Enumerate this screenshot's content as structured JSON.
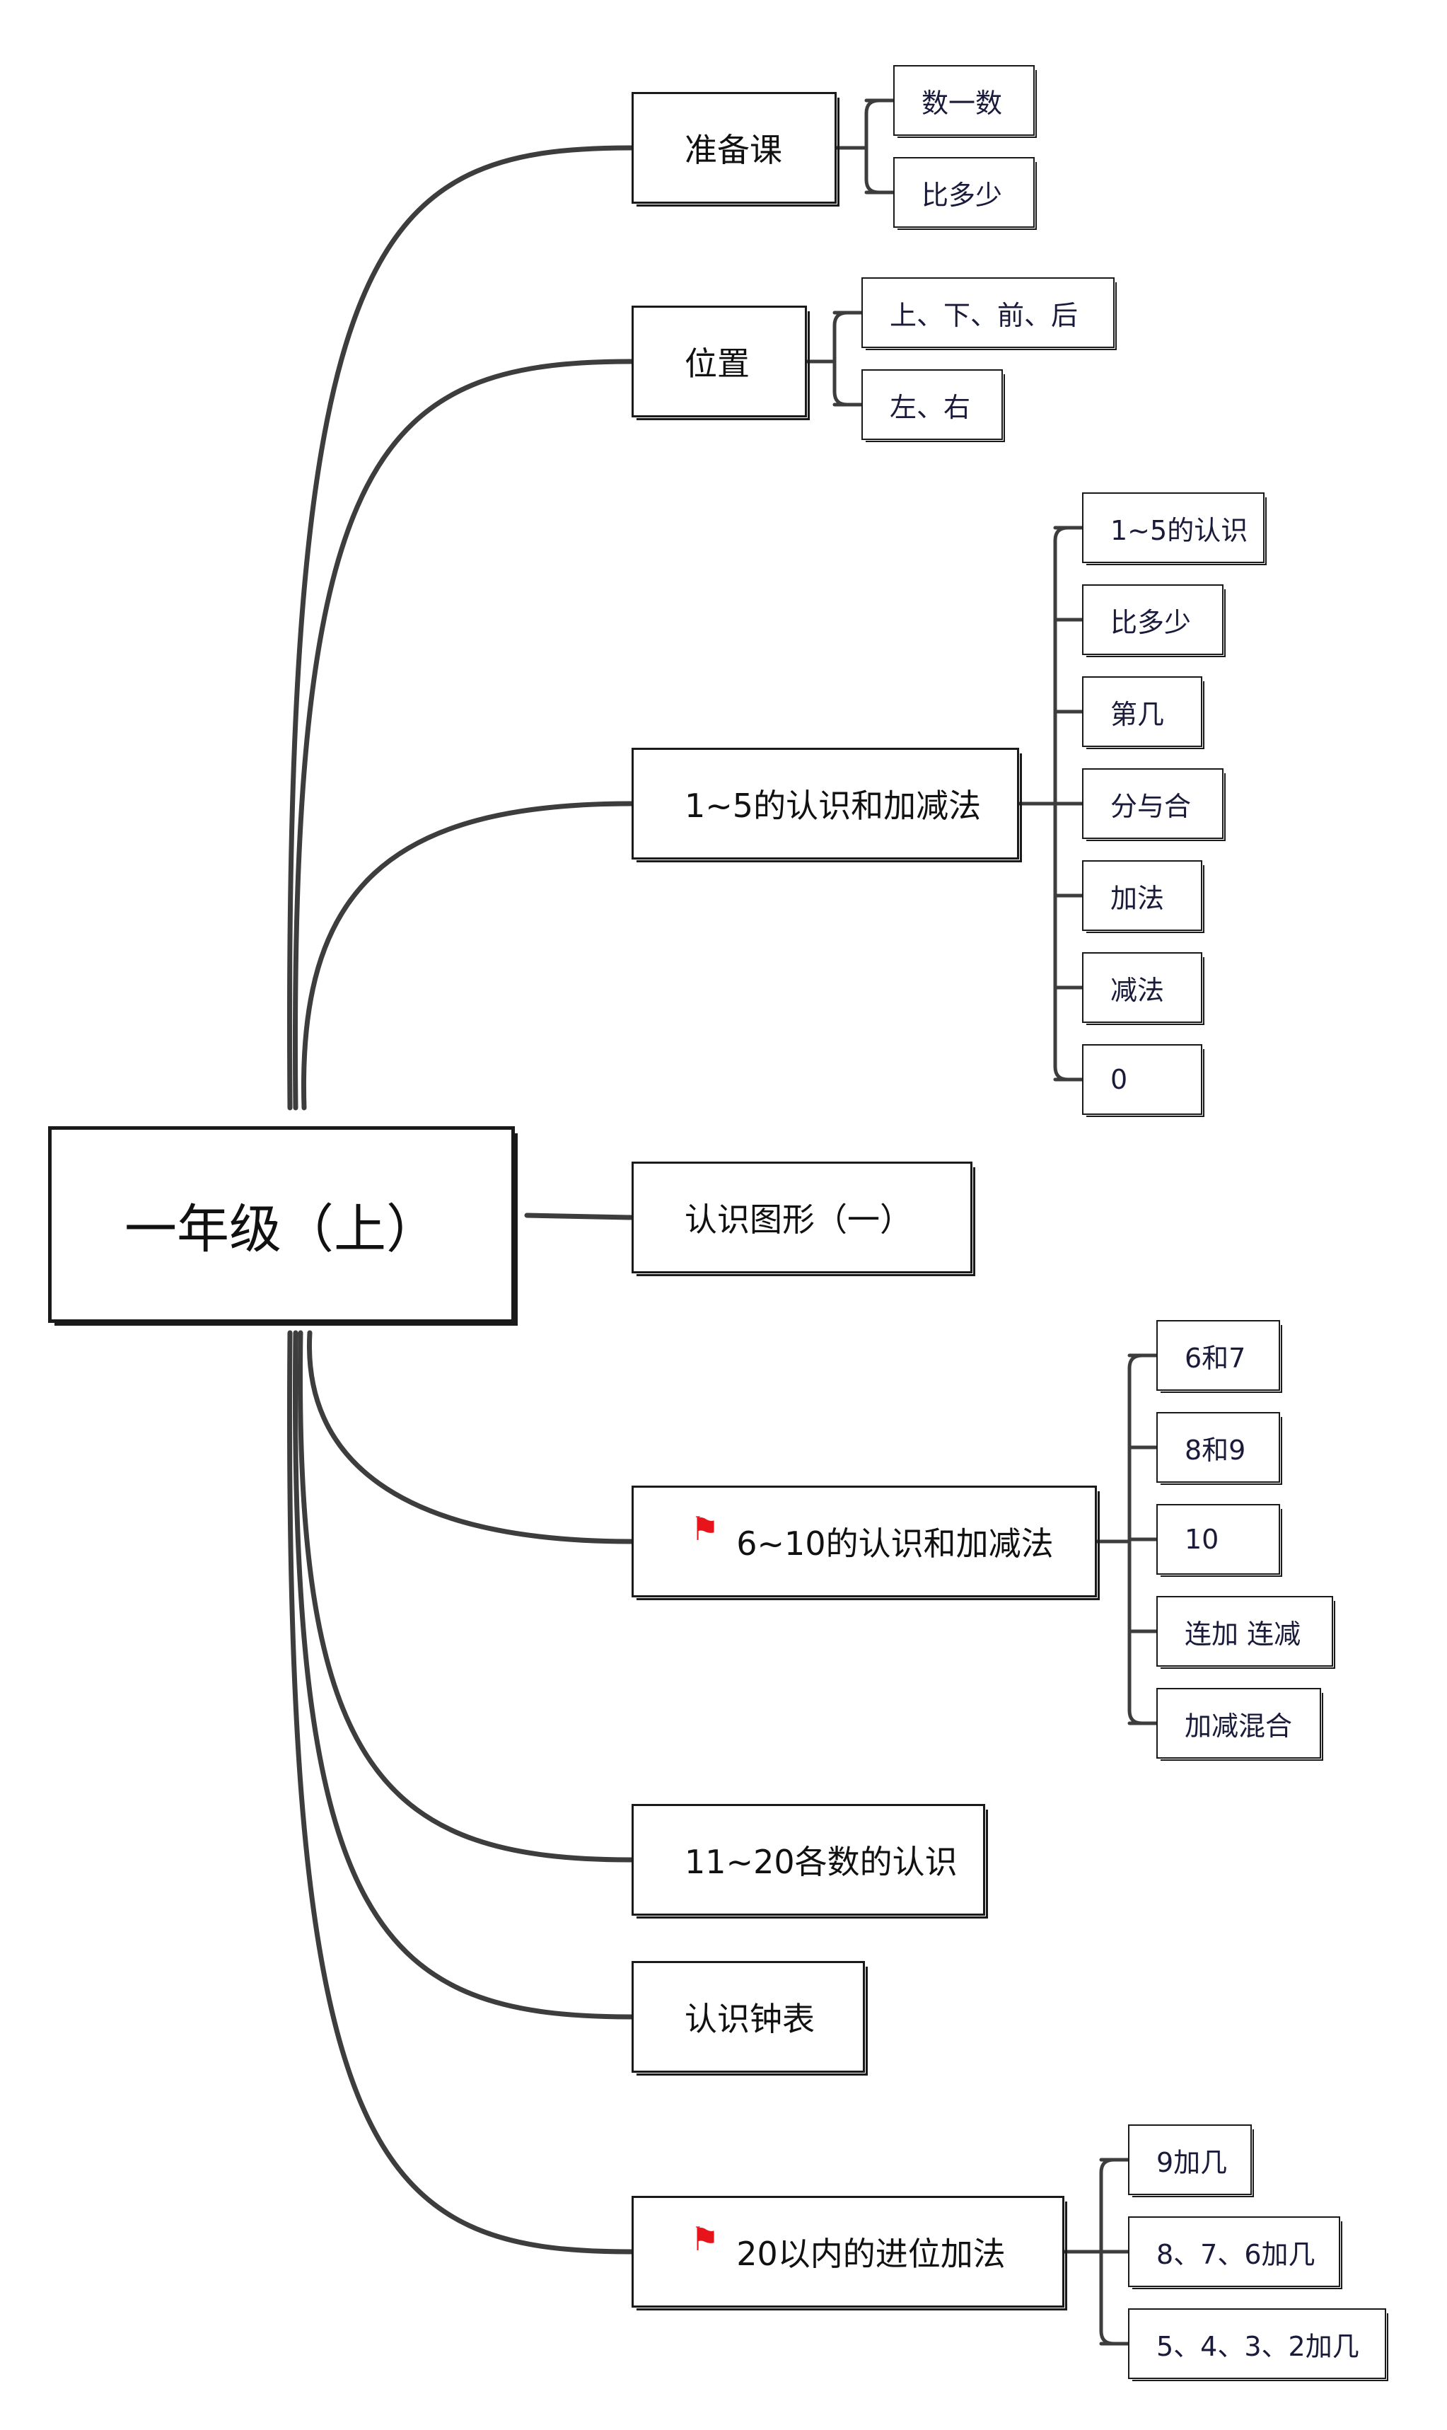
{
  "root": {
    "label": "一年级（上）"
  },
  "topics": [
    {
      "label": "准备课",
      "children": [
        "数一数",
        "比多少"
      ]
    },
    {
      "label": "位置",
      "children": [
        "上、下、前、后",
        "左、右"
      ]
    },
    {
      "label": "1~5的认识和加减法",
      "children": [
        "1~5的认识",
        "比多少",
        "第几",
        "分与合",
        "加法",
        "减法",
        "0"
      ]
    },
    {
      "label": "认识图形（一）",
      "children": []
    },
    {
      "label": "6~10的认识和加减法",
      "flag": true,
      "children": [
        "6和7",
        "8和9",
        "10",
        "连加 连减",
        "加减混合"
      ]
    },
    {
      "label": "11~20各数的认识",
      "children": []
    },
    {
      "label": "认识钟表",
      "children": []
    },
    {
      "label": "20以内的进位加法",
      "flag": true,
      "children": [
        "9加几",
        "8、7、6加几",
        "5、4、3、2加几"
      ]
    }
  ],
  "colors": {
    "line": "#3d3d3d",
    "flag": "#e8141b",
    "border": "#1a1a1a"
  },
  "icons": {
    "flag": "flag-icon"
  }
}
